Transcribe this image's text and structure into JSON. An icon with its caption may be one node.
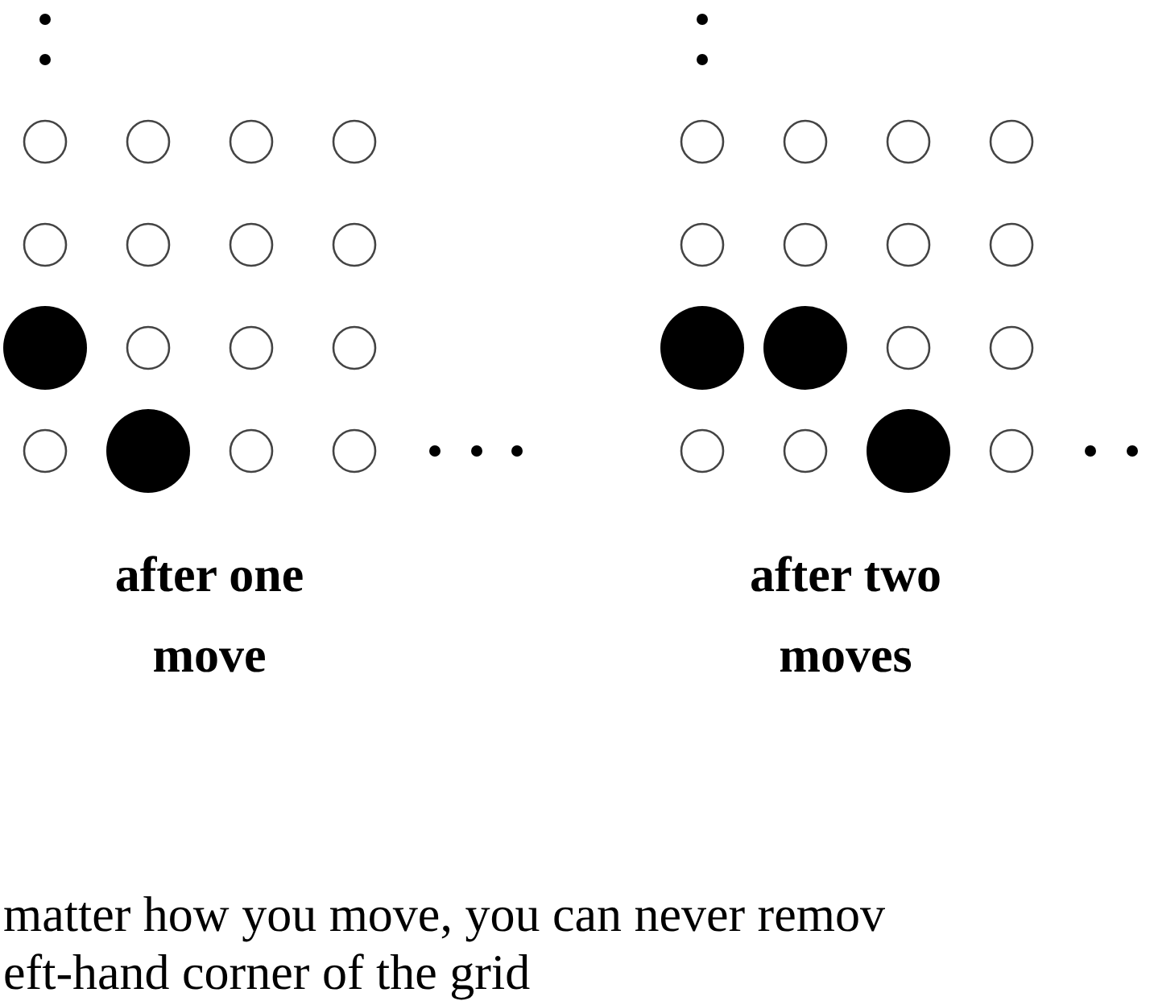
{
  "diagram": {
    "labels": [
      "after one move",
      "after two moves",
      "matter how you move, you can never remov",
      "eft-hand corner of the grid"
    ]
  }
}
